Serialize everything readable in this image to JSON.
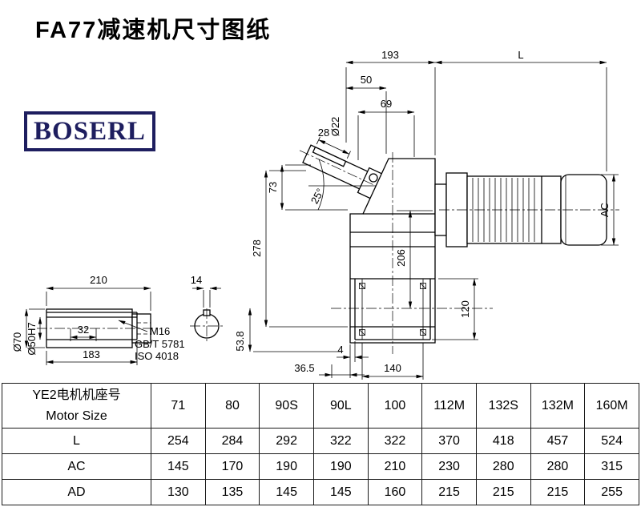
{
  "page": {
    "title": "FA77减速机尺寸图纸",
    "logo": "BOSERL",
    "brand_color": "#1e1e5f"
  },
  "drawing": {
    "dims": {
      "d193": "193",
      "dL": "L",
      "d50": "50",
      "d69": "69",
      "d22": "Ø22",
      "d28": "28",
      "d25": "25°",
      "d73": "73",
      "d278": "278",
      "d206": "206",
      "dAC": "AC",
      "d120": "120",
      "d4": "4",
      "d36_5": "36.5",
      "d140": "140",
      "d53_8": "53.8",
      "d210": "210",
      "d14": "14",
      "d70": "Ø70",
      "d50h7": "Ø50H7",
      "d32": "32",
      "d183": "183",
      "m16": "M16",
      "gbt": "GB/T 5781",
      "iso": "ISO 4018"
    }
  },
  "table": {
    "header_label_line1": "YE2电机机座号",
    "header_label_line2": "Motor Size",
    "columns": [
      "71",
      "80",
      "90S",
      "90L",
      "100",
      "112M",
      "132S",
      "132M",
      "160M"
    ],
    "rows": [
      {
        "label": "L",
        "values": [
          "254",
          "284",
          "292",
          "322",
          "322",
          "370",
          "418",
          "457",
          "524"
        ]
      },
      {
        "label": "AC",
        "values": [
          "145",
          "170",
          "190",
          "190",
          "210",
          "230",
          "280",
          "280",
          "315"
        ]
      },
      {
        "label": "AD",
        "values": [
          "130",
          "135",
          "145",
          "145",
          "160",
          "215",
          "215",
          "215",
          "255"
        ]
      }
    ]
  }
}
